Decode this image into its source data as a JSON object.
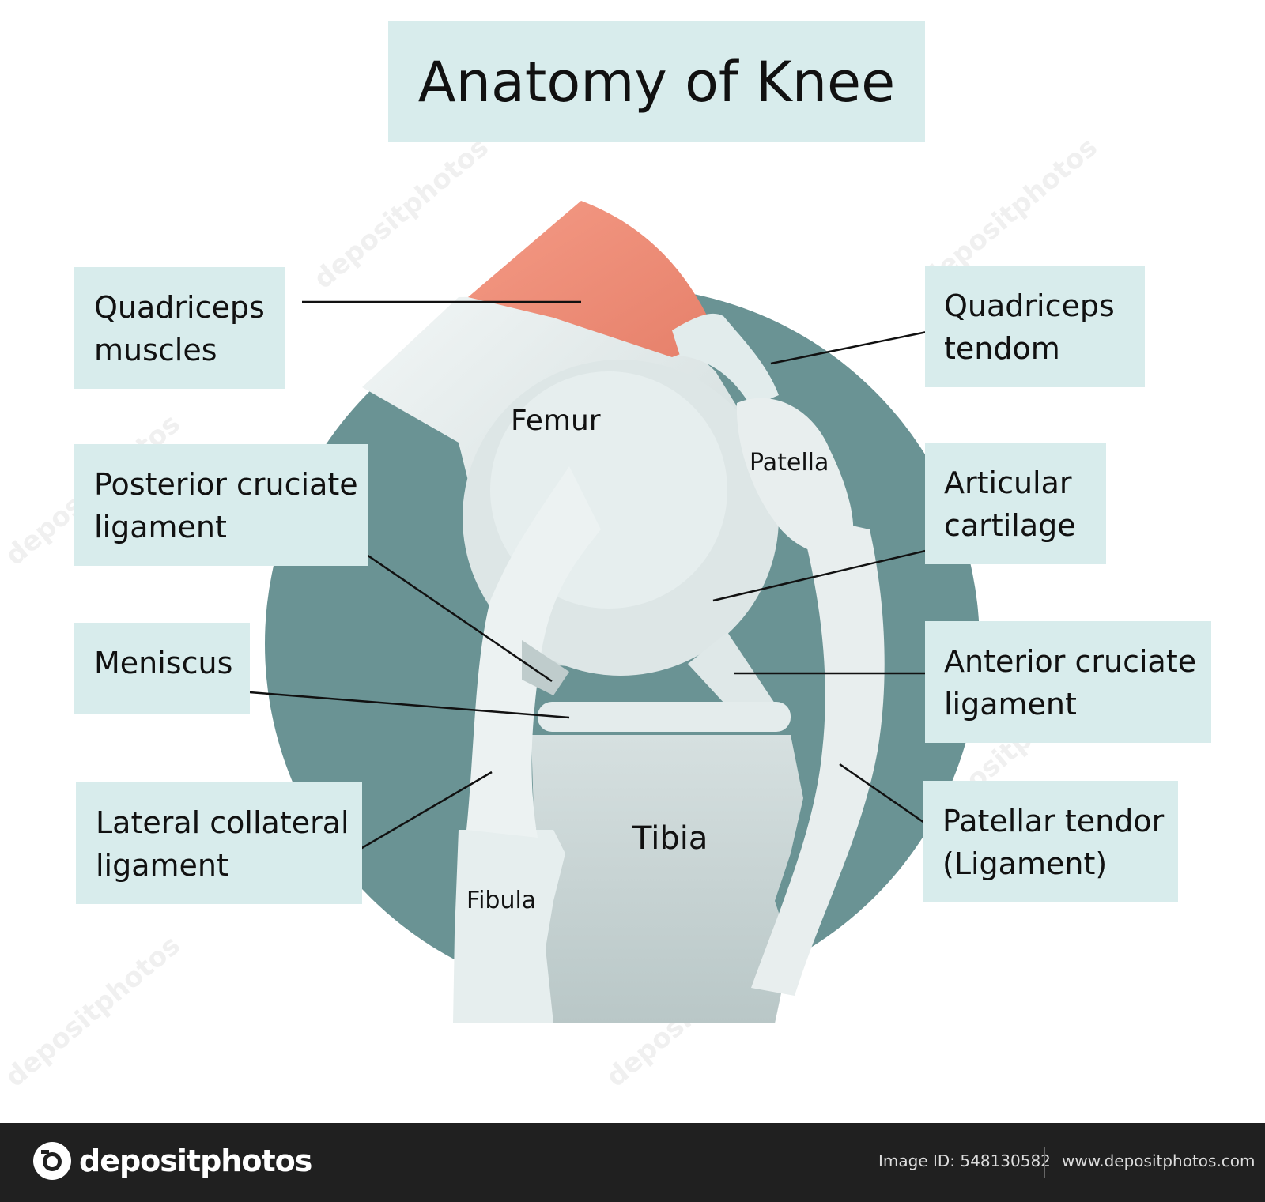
{
  "title": "Anatomy of Knee",
  "labels": {
    "quadriceps_muscles": "Quadriceps\nmuscles",
    "posterior_cruciate": "Posterior cruciate\nligament",
    "meniscus": "Meniscus",
    "lateral_collateral": "Lateral collateral\nligament",
    "quadriceps_tendon": "Quadriceps\ntendom",
    "articular_cartilage": "Articular\ncartilage",
    "anterior_cruciate": "Anterior cruciate\nligament",
    "patellar_tendon": "Patellar tendor\n(Ligament)"
  },
  "parts": {
    "femur": "Femur",
    "patella": "Patella",
    "tibia": "Tibia",
    "fibula": "Fibula"
  },
  "watermark": "depositphotos",
  "footer": {
    "brand": "depositphotos",
    "image_id": "Image ID: 548130582",
    "site": "www.depositphotos.com"
  },
  "colors": {
    "label_bg": "#d8ecec",
    "circle": "#6a9394",
    "muscle": "#f0907a",
    "bone": "#e4ecec"
  }
}
